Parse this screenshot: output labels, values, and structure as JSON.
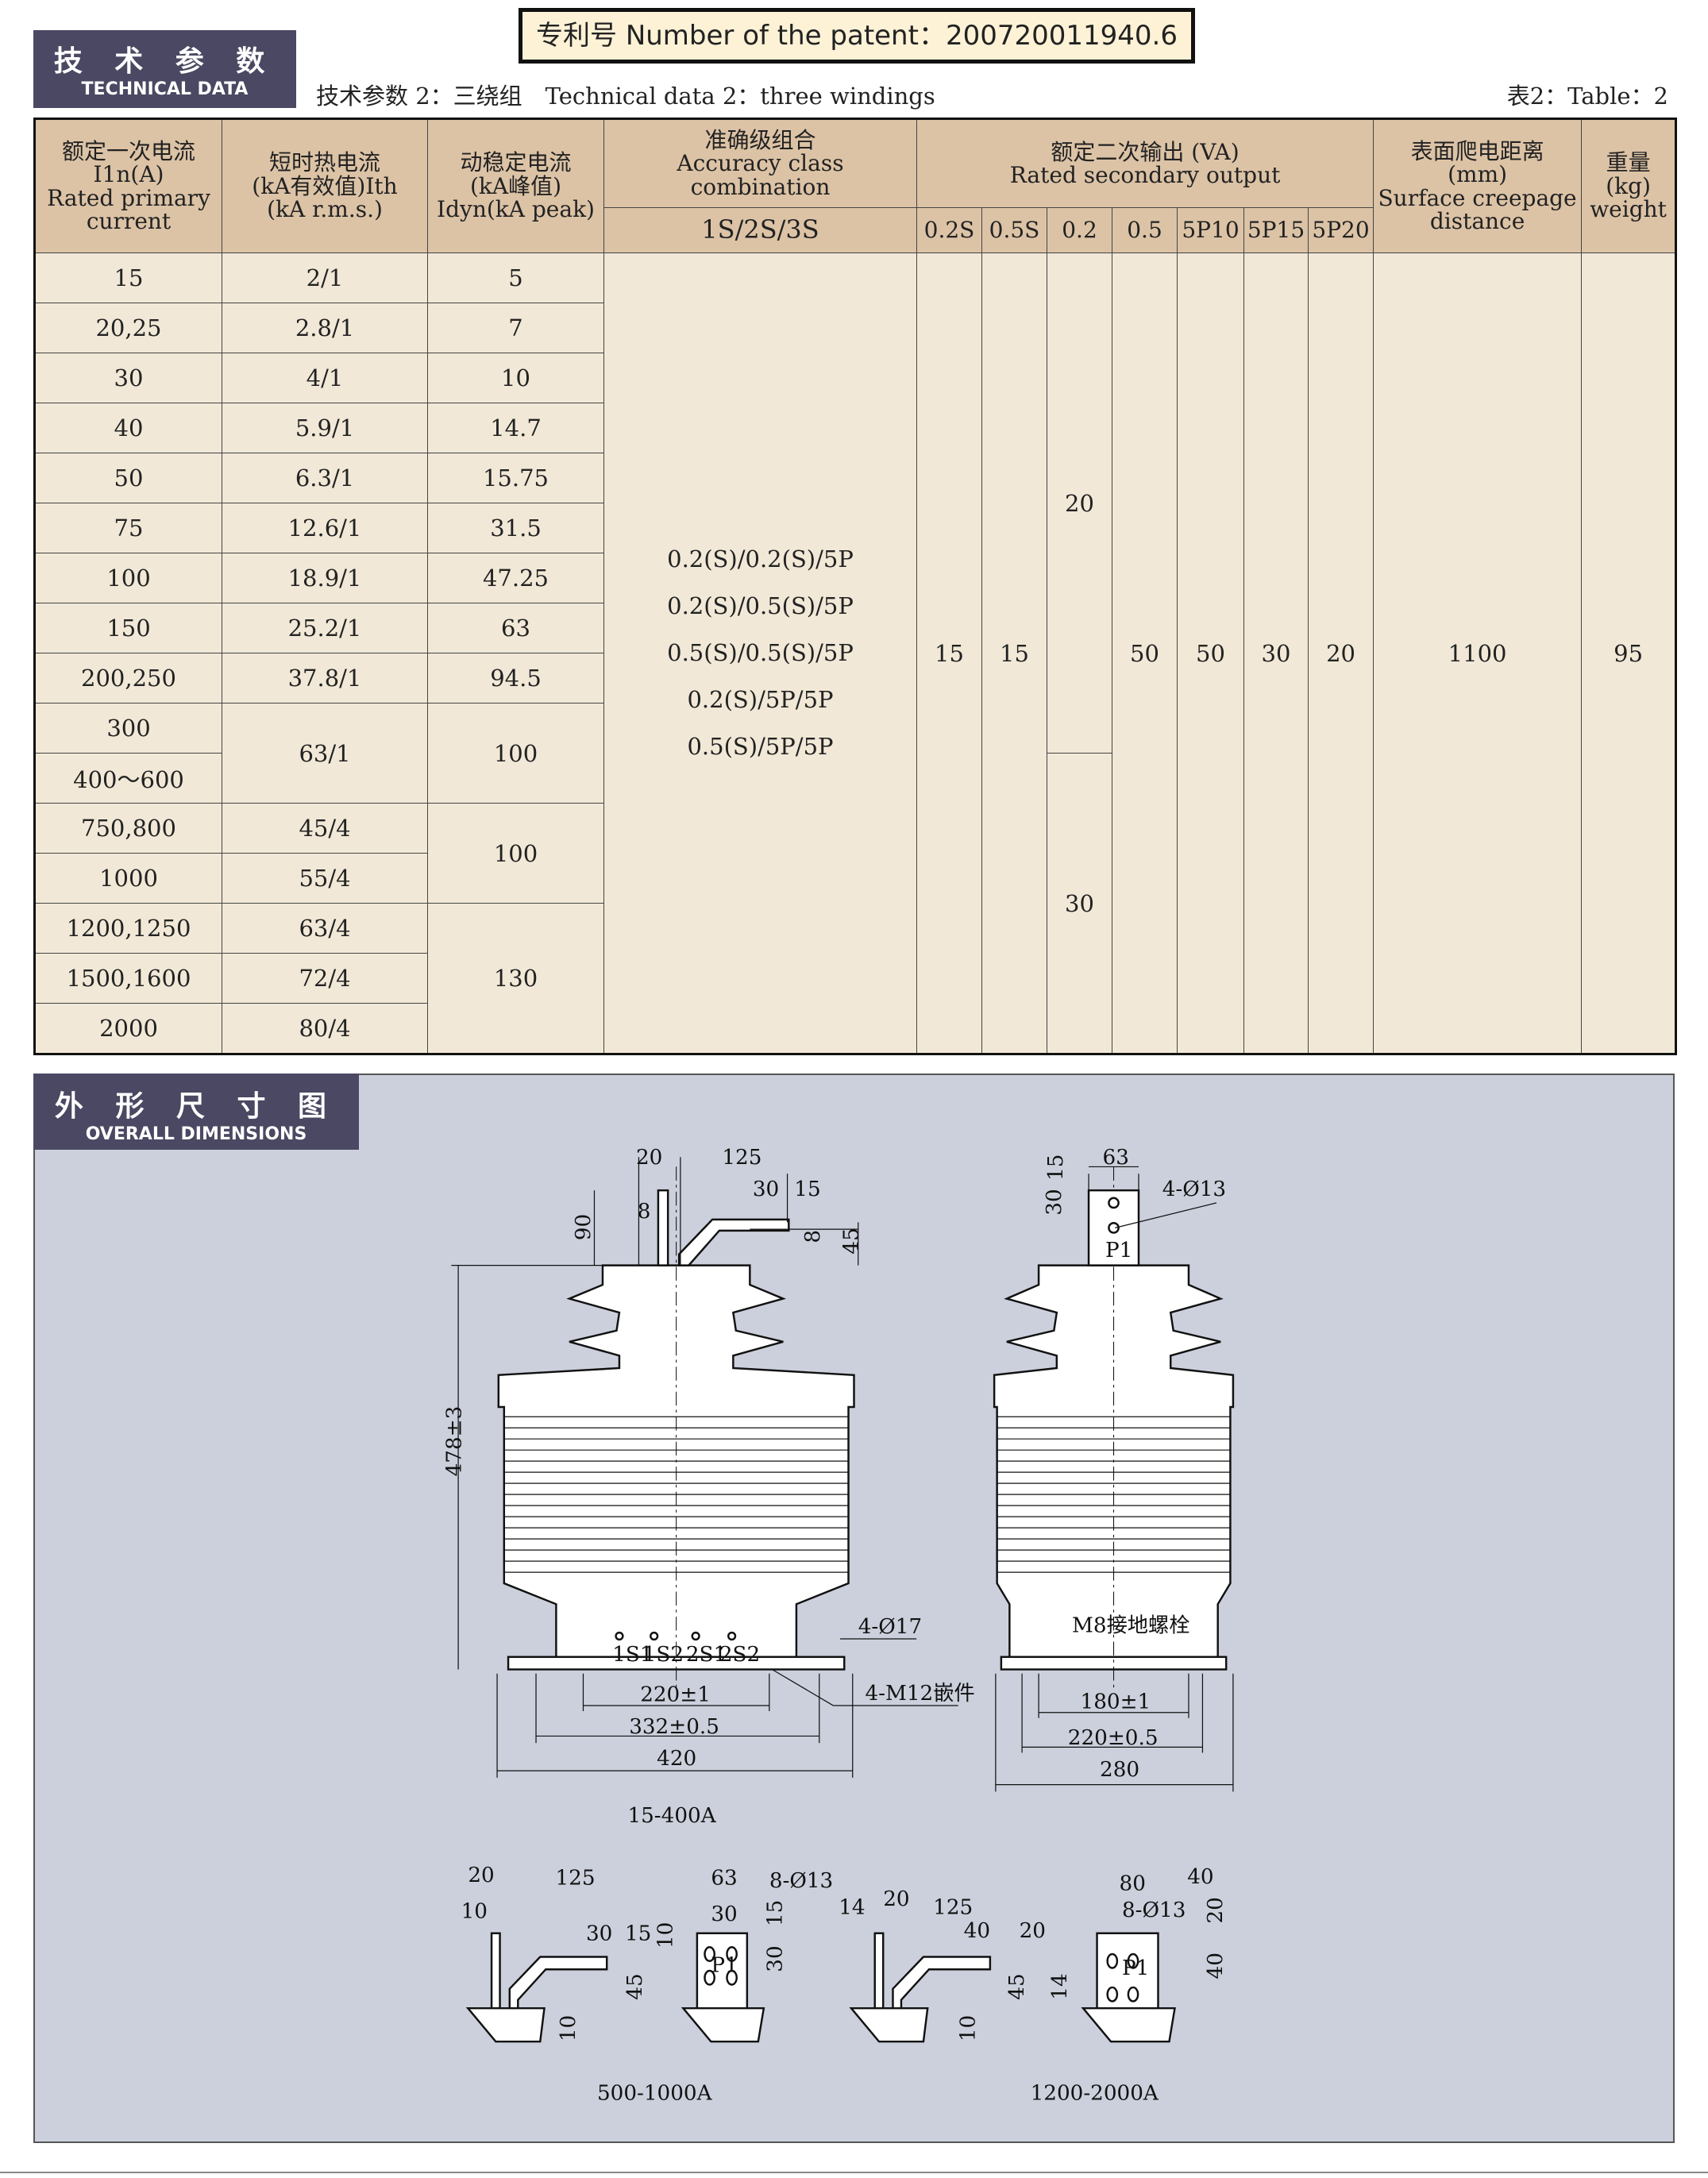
{
  "technical_tag": {
    "cn": "技 术 参 数",
    "en": "TECHNICAL DATA"
  },
  "patent": "专利号 Number of the patent：200720011940.6",
  "subtitle": "技术参数 2：三绕组　Technical data 2：three windings",
  "table_number": "表2：Table：2",
  "table": {
    "headers": {
      "primary_current": [
        "额定一次电流",
        "I1n(A)",
        "Rated primary",
        "current"
      ],
      "thermal_current": [
        "短时热电流",
        "(kA有效值)Ith",
        "(kA r.m.s.)"
      ],
      "dynamic_current": [
        "动稳定电流",
        "(kA峰值)",
        "Idyn(kA peak)"
      ],
      "accuracy": [
        "准确级组合",
        "Accuracy class combination"
      ],
      "accuracy_sub": "1S/2S/3S",
      "output": [
        "额定二次输出 (VA)",
        "Rated secondary output"
      ],
      "output_sub": [
        "0.2S",
        "0.5S",
        "0.2",
        "0.5",
        "5P10",
        "5P15",
        "5P20"
      ],
      "creepage": [
        "表面爬电距离",
        "(mm)",
        "Surface creepage",
        "distance"
      ],
      "weight": [
        "重量",
        "(kg)",
        "weight"
      ]
    },
    "primary_current": [
      "15",
      "20,25",
      "30",
      "40",
      "50",
      "75",
      "100",
      "150",
      "200,250",
      "300",
      "400～600",
      "750,800",
      "1000",
      "1200,1250",
      "1500,1600",
      "2000"
    ],
    "thermal_current": [
      "2/1",
      "2.8/1",
      "4/1",
      "5.9/1",
      "6.3/1",
      "12.6/1",
      "18.9/1",
      "25.2/1",
      "37.8/1",
      "63/1",
      "45/4",
      "55/4",
      "63/4",
      "72/4",
      "80/4"
    ],
    "dynamic_current": [
      "5",
      "7",
      "10",
      "14.7",
      "15.75",
      "31.5",
      "47.25",
      "63",
      "94.5",
      "100",
      "100",
      "130"
    ],
    "accuracy_combinations": [
      "0.2(S)/0.2(S)/5P",
      "0.2(S)/0.5(S)/5P",
      "0.5(S)/0.5(S)/5P",
      "0.2(S)/5P/5P",
      "0.5(S)/5P/5P"
    ],
    "output_values": {
      "0.2S": "15",
      "0.5S": "15",
      "0.2_upper": "20",
      "0.2_lower": "30",
      "0.5": "50",
      "5P10": "50",
      "5P15": "30",
      "5P20": "20"
    },
    "creepage": "1100",
    "weight": "95"
  },
  "dimensions_tag": {
    "cn": "外 形 尺 寸 图",
    "en": "OVERALL DIMENSIONS"
  },
  "drawing": {
    "front": [
      "20",
      "125",
      "30",
      "15",
      "8",
      "90",
      "8",
      "45",
      "478±3",
      "4-Ø17",
      "1S1",
      "1S2",
      "2S1",
      "2S2",
      "220±1",
      "4-M12嵌件",
      "332±0.5",
      "420"
    ],
    "side": [
      "63",
      "15",
      "4-Ø13",
      "30",
      "P1",
      "M8接地螺栓",
      "180±1",
      "220±0.5",
      "280"
    ],
    "caption_main": "15-400A",
    "terminal_a": [
      "20",
      "125",
      "10",
      "30",
      "15",
      "10",
      "45",
      "10",
      "63",
      "8-Ø13",
      "30",
      "15",
      "30",
      "P1"
    ],
    "caption_a": "500-1000A",
    "terminal_b": [
      "14",
      "20",
      "125",
      "40",
      "20",
      "45",
      "14",
      "10",
      "80",
      "8-Ø13",
      "40",
      "20",
      "40",
      "P1"
    ],
    "caption_b": "1200-2000A"
  }
}
